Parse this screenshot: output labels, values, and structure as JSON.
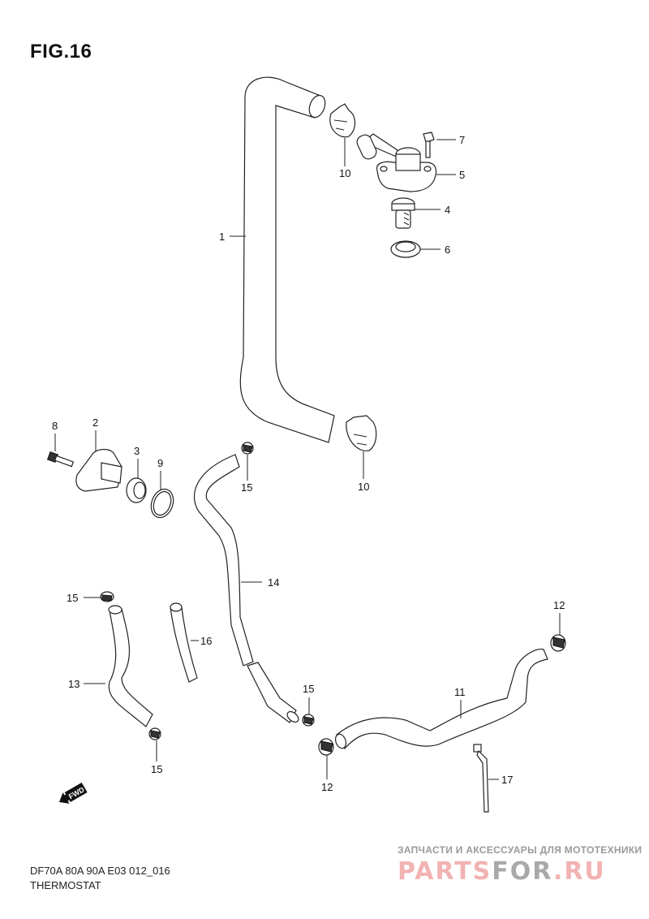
{
  "figure": {
    "title": "FIG.16",
    "model_code": "DF70A 80A 90A E03 012_016",
    "section_name": "THERMOSTAT"
  },
  "watermark": {
    "subtitle": "ЗАПЧАСТИ И АКСЕССУАРЫ ДЛЯ МОТОТЕХНИКИ",
    "brand_part1": "PARTS",
    "brand_part2": "FOR",
    "brand_part3": ".RU",
    "color_pink": "#f2b3b3",
    "color_gray": "#a9a9a9"
  },
  "direction_badge": {
    "label": "FWD",
    "icon": "arrow-left-down-icon"
  },
  "callouts": [
    {
      "id": "1",
      "label": "1"
    },
    {
      "id": "2",
      "label": "2"
    },
    {
      "id": "3",
      "label": "3"
    },
    {
      "id": "4",
      "label": "4"
    },
    {
      "id": "5",
      "label": "5"
    },
    {
      "id": "6",
      "label": "6"
    },
    {
      "id": "7",
      "label": "7"
    },
    {
      "id": "8",
      "label": "8"
    },
    {
      "id": "9",
      "label": "9"
    },
    {
      "id": "10a",
      "label": "10"
    },
    {
      "id": "10b",
      "label": "10"
    },
    {
      "id": "11",
      "label": "11"
    },
    {
      "id": "12a",
      "label": "12"
    },
    {
      "id": "12b",
      "label": "12"
    },
    {
      "id": "13",
      "label": "13"
    },
    {
      "id": "14",
      "label": "14"
    },
    {
      "id": "15a",
      "label": "15"
    },
    {
      "id": "15b",
      "label": "15"
    },
    {
      "id": "15c",
      "label": "15"
    },
    {
      "id": "15d",
      "label": "15"
    },
    {
      "id": "16",
      "label": "16"
    },
    {
      "id": "17",
      "label": "17"
    }
  ]
}
